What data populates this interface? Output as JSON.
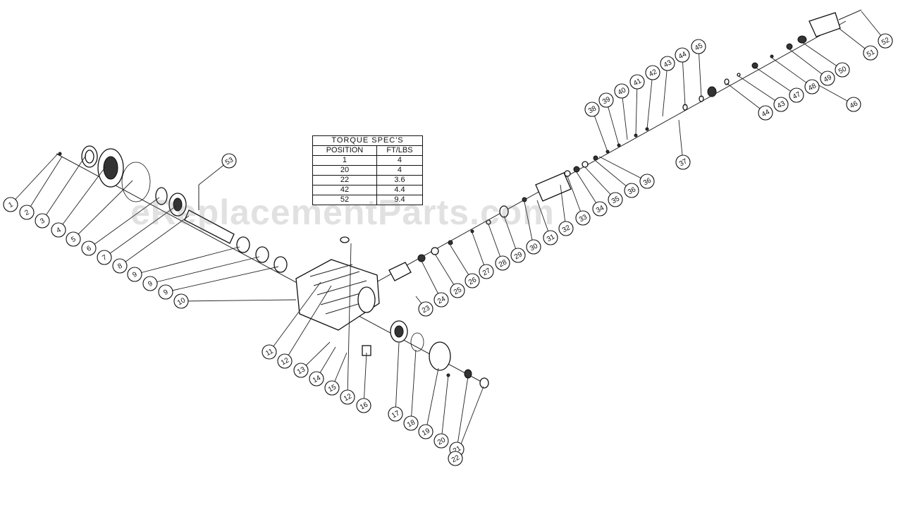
{
  "torque_table": {
    "caption": "TORQUE SPEC'S",
    "headers": [
      "POSITION",
      "FT/LBS"
    ],
    "rows": [
      [
        "1",
        "4"
      ],
      [
        "20",
        "4"
      ],
      [
        "22",
        "3.6"
      ],
      [
        "42",
        "4.4"
      ],
      [
        "52",
        "9.4"
      ]
    ]
  },
  "watermark": "eReplacementParts.com",
  "callouts": [
    "1",
    "2",
    "3",
    "4",
    "5",
    "6",
    "7",
    "8",
    "9",
    "9",
    "9",
    "10",
    "11",
    "12",
    "13",
    "14",
    "15",
    "12",
    "16",
    "17",
    "18",
    "19",
    "20",
    "21",
    "22",
    "23",
    "24",
    "25",
    "26",
    "27",
    "28",
    "29",
    "30",
    "31",
    "32",
    "33",
    "34",
    "35",
    "36",
    "36",
    "37",
    "38",
    "39",
    "40",
    "41",
    "42",
    "43",
    "44",
    "45",
    "44",
    "43",
    "46",
    "47",
    "48",
    "49",
    "50",
    "51",
    "52",
    "53"
  ],
  "colors": {
    "ink": "#111111",
    "watermark": "#787878"
  }
}
